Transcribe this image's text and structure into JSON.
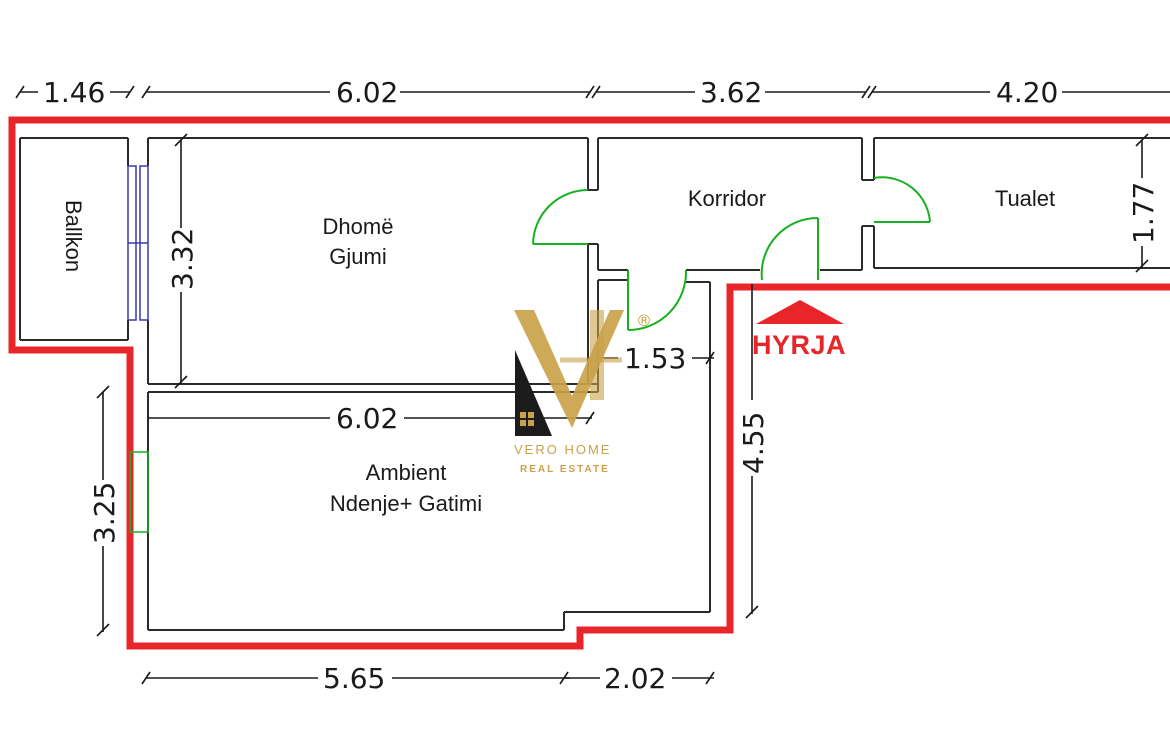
{
  "colors": {
    "exterior_wall": "#e8262a",
    "interior_wall": "#2b2b2b",
    "door": "#18b020",
    "window_blue": "#3a3ab0",
    "brand_gold": "#c9a24a",
    "brand_dark": "#1c1c1c"
  },
  "dimensions": {
    "top_balcony_width": "1.46",
    "top_bedroom_width": "6.02",
    "top_corridor_width": "3.62",
    "top_toilet_width": "4.20",
    "bedroom_height": "3.32",
    "toilet_height": "1.77",
    "corridor_notch": "1.53",
    "living_width": "6.02",
    "living_height": "3.25",
    "entry_depth": "4.55",
    "bottom_left": "5.65",
    "bottom_right": "2.02"
  },
  "rooms": {
    "balcony": "Ballkon",
    "bedroom_line1": "Dhomë",
    "bedroom_line2": "Gjumi",
    "corridor": "Korridor",
    "toilet": "Tualet",
    "living_line1": "Ambient",
    "living_line2": "Ndenje+ Gatimi"
  },
  "entry_label": "HYRJA",
  "watermark": {
    "brand": "VERO HOME",
    "subtitle": "REAL ESTATE",
    "registered_symbol": "®",
    "logo_icon": "vh-logo-icon"
  }
}
